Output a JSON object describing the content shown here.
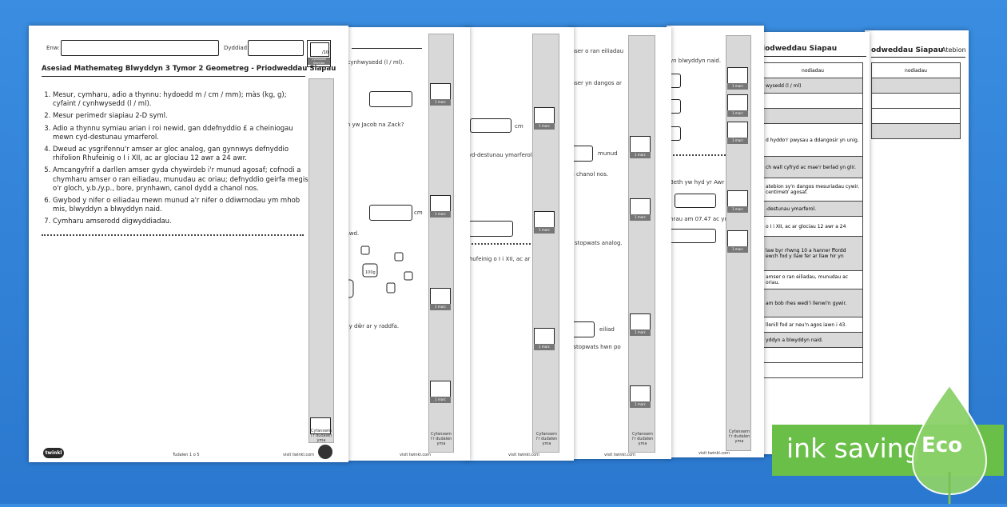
{
  "sheet1": {
    "name_label": "Enw:",
    "date_label": "Dyddiad:",
    "score_total": "/10",
    "score_caption": "Cyfanswm marciau",
    "title": "Asesiad Mathemateg Blwyddyn 3 Tymor 2 Geometreg - Priodweddau Siapau",
    "objectives": [
      "Mesur, cymharu, adio a thynnu: hydoedd m / cm / mm); màs (kg, g); cyfaint / cynhwysedd (l / ml).",
      "Mesur perimedr siapiau 2-D syml.",
      "Adio a thynnu symiau arian i roi newid, gan ddefnyddio £ a cheiniogau mewn cyd-destunau ymarferol.",
      "Dweud ac ysgrifennu'r amser ar gloc analog, gan gynnwys defnyddio rhifolion Rhufeinig o I i XII, ac ar glociau 12 awr a 24 awr.",
      "Amcangyfrif a darllen amser gyda chywirdeb i'r munud agosaf; cofnodi a chymharu amser o ran eiliadau, munudau ac oriau; defnyddio geirfa megis o'r gloch, y.b./y.p., bore, prynhawn, canol dydd a chanol nos.",
      "Gwybod y nifer o eiliadau mewn munud a'r nifer o ddiwrnodau ym mhob mis, blwyddyn a blwyddyn naid.",
      "Cymharu amserodd digwyddiadau."
    ],
    "total_caption": "Cyfanswm i'r dudalen yma",
    "logo": "twinkl",
    "page": "Tudalen 1 o 5",
    "site": "visit twinkl.com"
  },
  "sheet2": {
    "text": [
      "/ cynhwysedd (l / ml).",
      "ch yw Jacob na Zack?",
      "fawd.",
      "d y dŵr ar y raddfa."
    ],
    "unit_cm": "cm",
    "weight": "100g",
    "mark": "1 marc",
    "total_caption": "Cyfanswm i'r dudalen yma",
    "site": "visit twinkl.com"
  },
  "sheet3": {
    "text": [
      "cyd-destunau ymarferol.",
      "Rhufeinig o I i XII, ac ar"
    ],
    "unit_cm": "cm",
    "mark": "1 marc",
    "site": "visit twinkl.com",
    "total_caption": "Cyfanswm i'r dudalen yma"
  },
  "sheet4": {
    "text": [
      "amser o ran eiliadau",
      "amser yn dangos ar",
      "o a chanol nos.",
      "da stopwats analog.",
      "er stopwats hwn po"
    ],
    "unit_munud": "munud",
    "unit_eiliad": "eiliad",
    "mark": "1 marc",
    "site": "visit twinkl.com",
    "total_caption": "Cyfanswm i'r dudalen yma"
  },
  "sheet5": {
    "text": [
      "yn blwyddyn naid.",
      "Beth yw hyd yr Awr",
      "hrau am 07.47 ac yn"
    ],
    "mark": "1 marc",
    "site": "visit twinkl.com",
    "total_caption": "Cyfanswm i'r dudalen yma"
  },
  "sheet6": {
    "title": "iodweddau Siapau",
    "header": "nodiadau",
    "rows": [
      "wysedd (l / ml)",
      "",
      "",
      "d hyddo'r pwysau a ddangosir yn unig.",
      "ch wall cyfryd ac mae'r berlad yn glir.",
      "atebion sy'n dangos mesuriadau cywir. centimetr agosaf.",
      "-destunau ymarferol.",
      "o I i XII, ac ar glociau 12 awr a 24",
      "law byr rhwng 10 a hanner ffordd ewch fod y llaw fer ar llaw hir yn",
      "amser o ran eiliadau, munudau ac oriau.",
      "am bob rhes wedi'i llenwi'n gywir.",
      "llenill fod ar neu'n agos iawn i 43.",
      "yddyn a blwyddyn naid.",
      "",
      ""
    ]
  },
  "sheet7": {
    "title": "odweddau Siapau",
    "answers": "Atebion",
    "header": "nodiadau"
  },
  "badge": {
    "text": "ink saving",
    "eco": "Eco"
  },
  "colors": {
    "background": "#2e7fd6",
    "badge": "#6abf49",
    "leaf": "#8cd16a"
  }
}
